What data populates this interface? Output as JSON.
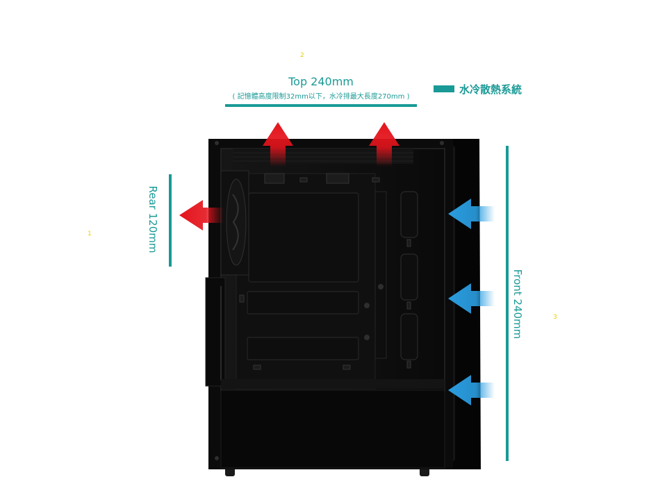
{
  "markers": [
    "1",
    "2",
    "3"
  ],
  "top": {
    "title": "Top 240mm",
    "note": "( 記憶體高度限制32mm以下，水冷排最大長度270mm )"
  },
  "legend": {
    "label": "水冷散熱系統",
    "color": "#1a9a96"
  },
  "rear": {
    "label": "Rear 120mm"
  },
  "front": {
    "label": "Front 240mm"
  },
  "colors": {
    "accent": "#1a9a96",
    "exhaust_arrow": "#e4141c",
    "intake_arrow": "#2a9de0",
    "case_body": "#0d0d0d"
  },
  "icons": {
    "exhaust": "red-exhaust-arrow-icon",
    "intake": "blue-intake-arrow-icon"
  }
}
